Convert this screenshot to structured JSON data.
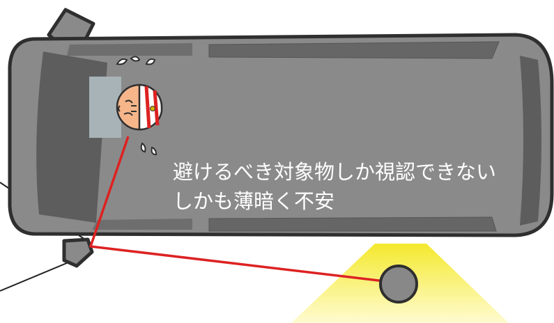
{
  "caption": {
    "line1": "避けるべき対象物しか視認できない",
    "line2": "しかも薄暗く不安"
  },
  "colors": {
    "car_body": "#8a8a8a",
    "car_outline": "#2f2f2f",
    "window": "#5e5e5e",
    "sight_line": "#dd2222",
    "light_beam": "#f8f04a",
    "obstacle": "#888888",
    "caption_text": "#ffffff"
  },
  "icons": [
    "car-top-view",
    "worried-driver-icon",
    "side-mirror-icon",
    "obstacle-circle-icon",
    "headlight-beam"
  ]
}
